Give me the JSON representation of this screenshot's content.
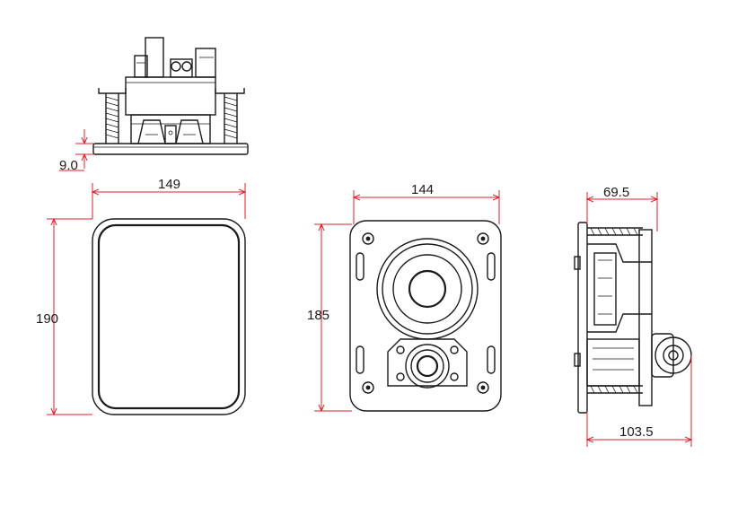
{
  "dimensions": {
    "flange_depth": "9.0",
    "grille_width": "149",
    "grille_height": "190",
    "baffle_width": "144",
    "baffle_height": "185",
    "mount_depth": "69.5",
    "total_depth": "103.5"
  },
  "colors": {
    "line": "#1a1a1a",
    "dimension": "#e0202a",
    "background": "#ffffff"
  }
}
